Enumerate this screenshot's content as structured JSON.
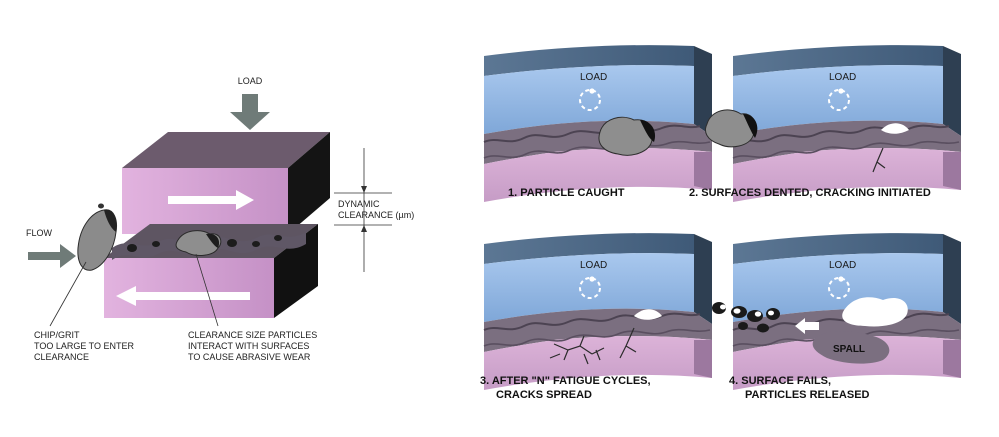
{
  "left_diagram": {
    "load_label": "LOAD",
    "flow_label": "FLOW",
    "dynamic_clearance": [
      "DYNAMIC",
      "CLEARANCE (µm)"
    ],
    "chip_grit": [
      "CHIP/GRIT",
      "TOO LARGE TO ENTER",
      "CLEARANCE"
    ],
    "clearance_particles": [
      "CLEARANCE SIZE  PARTICLES",
      "INTERACT WITH SURFACES",
      "TO CAUSE ABRASIVE WEAR"
    ]
  },
  "panels": [
    {
      "plate_label": "LOAD",
      "caption": [
        "1. PARTICLE CAUGHT"
      ]
    },
    {
      "plate_label": "LOAD",
      "caption": [
        "2. SURFACES DENTED, CRACKING INITIATED"
      ]
    },
    {
      "plate_label": "LOAD",
      "caption": [
        "3. AFTER \"N\" FATIGUE CYCLES,",
        "CRACKS SPREAD"
      ]
    },
    {
      "plate_label": "LOAD",
      "caption": [
        "4. SURFACE FAILS,",
        "PARTICLES RELEASED"
      ],
      "spall_label": "SPALL"
    }
  ],
  "colors": {
    "plate_pink": "#d9a6d6",
    "plate_pink_dark": "#b07cb2",
    "plate_blue": "#8fb6e4",
    "plate_slate": "#4f6a88",
    "debris_gray": "#8e8e8e",
    "arrow_gray": "#6f7b78"
  }
}
